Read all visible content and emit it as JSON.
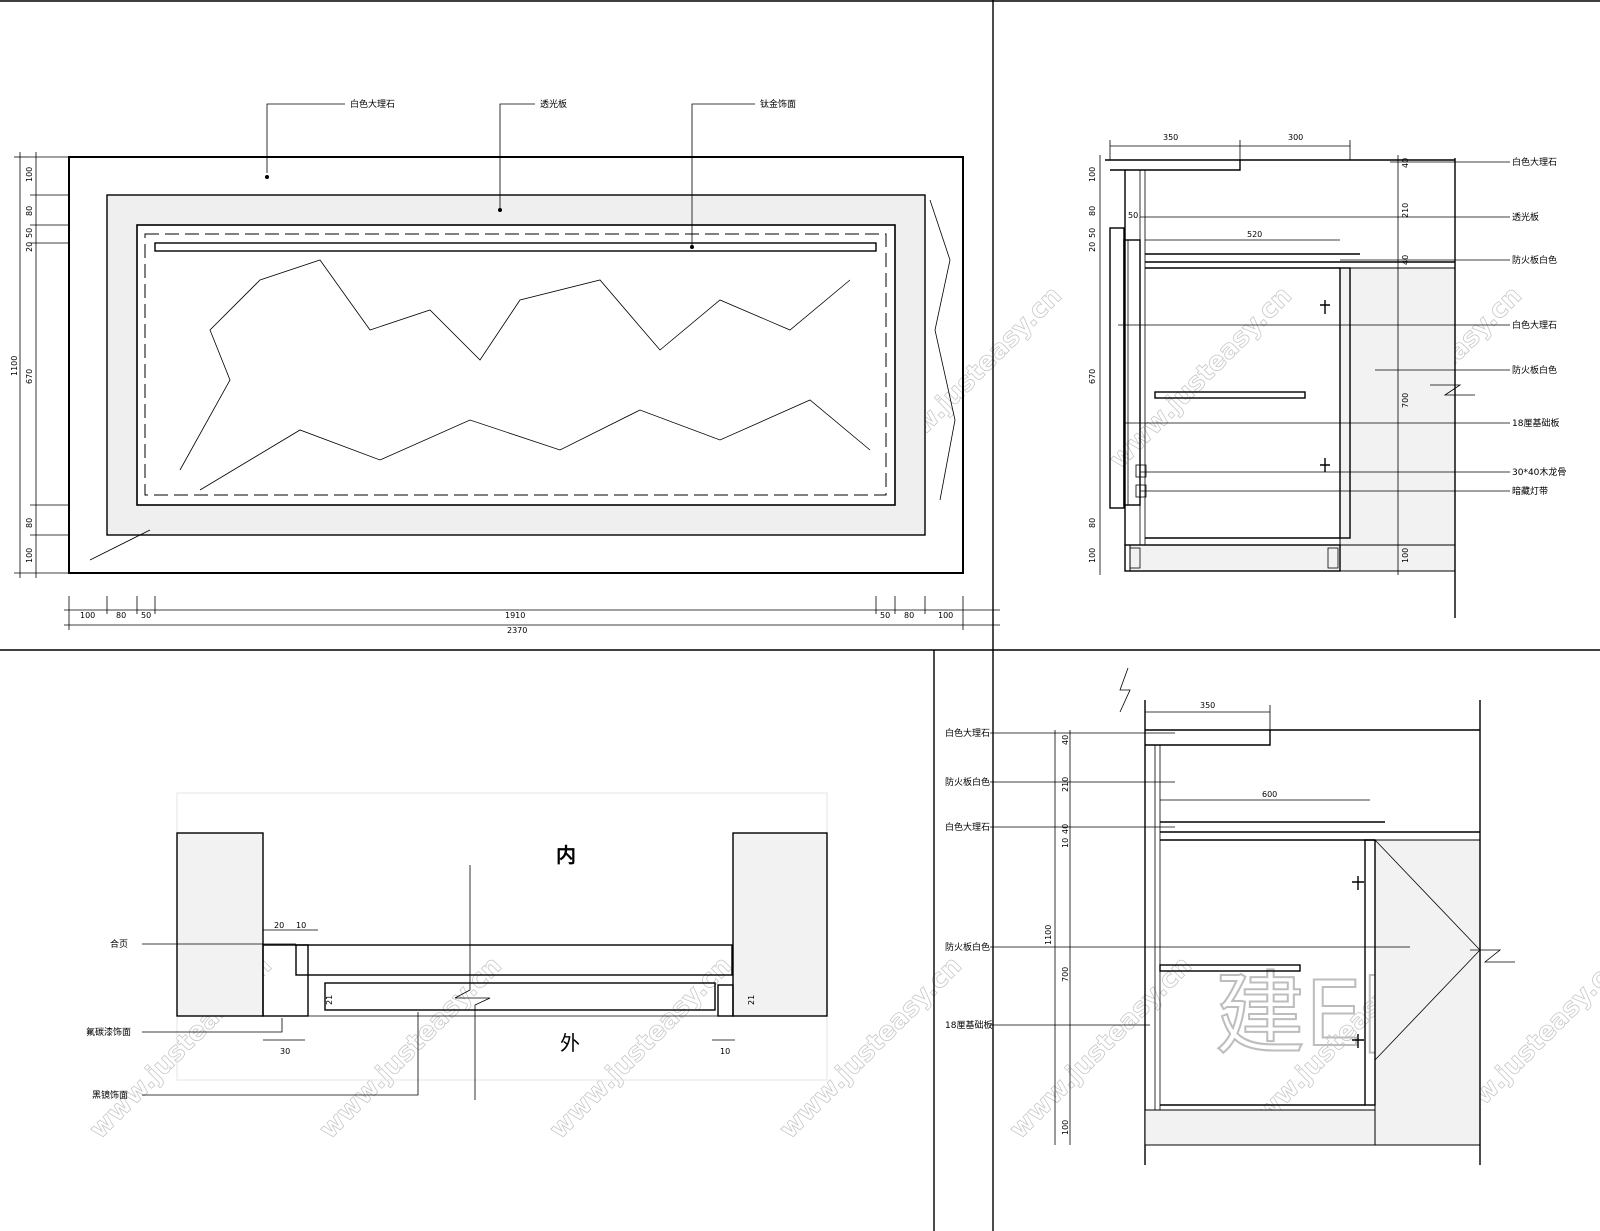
{
  "watermark": {
    "site": "www.justeasy.cn",
    "brand": "建E网"
  },
  "elevation": {
    "labels": [
      "白色大理石",
      "透光板",
      "钛金饰面"
    ],
    "left_dims": [
      "100",
      "80",
      "50",
      "20",
      "1100",
      "670",
      "80",
      "100"
    ],
    "bottom_dims": [
      "100",
      "80",
      "50",
      "1910",
      "50",
      "80",
      "100"
    ],
    "total_width": "2370"
  },
  "section_right": {
    "top_dims": [
      "350",
      "300"
    ],
    "inner_dims": [
      "50",
      "520"
    ],
    "left_dims": [
      "100",
      "80",
      "50",
      "20",
      "670",
      "80",
      "100"
    ],
    "right_dims": [
      "40",
      "210",
      "40",
      "700",
      "100"
    ],
    "labels": [
      "白色大理石",
      "透光板",
      "防火板白色",
      "白色大理石",
      "防火板白色",
      "18厘基础板",
      "30*40木龙骨",
      "暗藏灯带"
    ]
  },
  "plan_detail": {
    "inside": "内",
    "outside": "外",
    "labels": [
      "合页",
      "氟碳漆饰面",
      "黑镜饰面"
    ],
    "dims": [
      "20",
      "10",
      "21",
      "21",
      "30",
      "10"
    ]
  },
  "section_bottom": {
    "top_dim": "350",
    "inner_dim": "600",
    "left_dims": [
      "40",
      "210",
      "10",
      "40",
      "1100",
      "700",
      "100"
    ],
    "labels": [
      "白色大理石",
      "防火板白色",
      "白色大理石",
      "防火板白色",
      "18厘基础板"
    ]
  }
}
